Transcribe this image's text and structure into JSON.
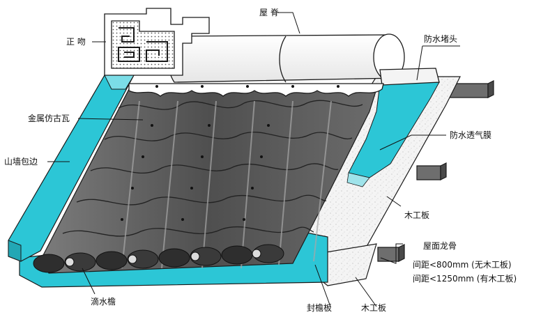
{
  "labels": {
    "ridge": "屋 脊",
    "ridge_ornament": "正 吻",
    "waterproof_plug": "防水堵头",
    "metal_tile": "金属仿古瓦",
    "breathable_membrane": "防水透气膜",
    "gable_trim": "山墙包边",
    "wood_board_upper": "木工板",
    "purlin_title": "屋面龙骨",
    "purlin_spacing_1": "间距<800mm  (无木工板)",
    "purlin_spacing_2": "间距<1250mm (有木工板)",
    "drip_eave": "滴水檐",
    "fascia_board": "封檐板",
    "wood_board_lower": "木工板"
  },
  "colors": {
    "cyan": "#2cc6d6",
    "tile": "#5d5d5d",
    "tile_highlight": "#9a9a9a",
    "board": "#f1f1f1",
    "outline": "#1a1a1a"
  }
}
